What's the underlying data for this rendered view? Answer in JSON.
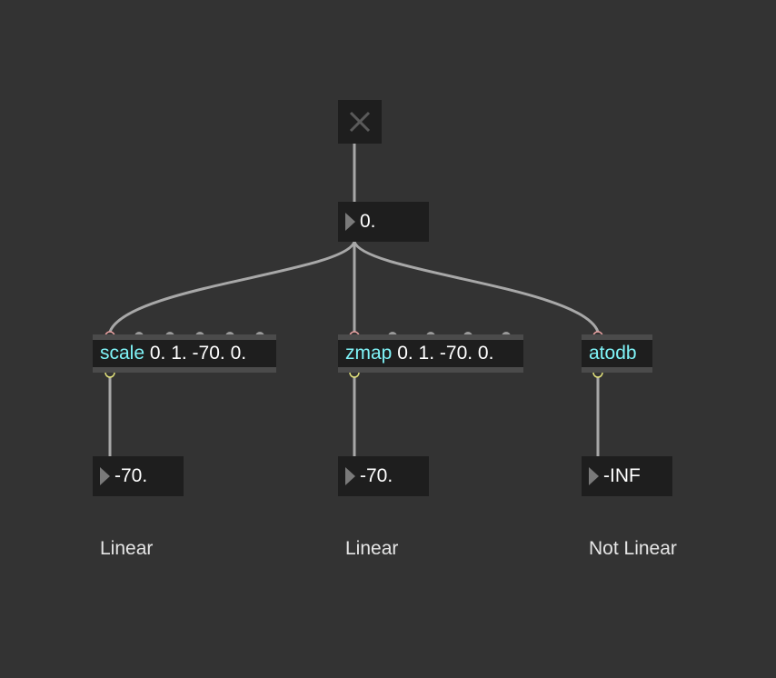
{
  "patch": {
    "toggle": {
      "icon": "x-icon"
    },
    "top_number": {
      "value": "0."
    },
    "objects": [
      {
        "class_name": "scale",
        "args": " 0. 1. -70. 0."
      },
      {
        "class_name": "zmap",
        "args": " 0. 1. -70. 0."
      },
      {
        "class_name": "atodb",
        "args": ""
      }
    ],
    "outputs": [
      {
        "value": "-70."
      },
      {
        "value": "-70."
      },
      {
        "value": "-INF"
      }
    ],
    "comments": [
      {
        "text": "Linear"
      },
      {
        "text": "Linear"
      },
      {
        "text": "Not Linear"
      }
    ]
  },
  "colors": {
    "background": "#333333",
    "object_fill": "#1e1e1e",
    "object_frame": "#4b4b4b",
    "object_class_text": "#7ff3f7",
    "patch_cord": "#a8a8a8",
    "inlet": "#e8a0a0",
    "outlet": "#e0e07a"
  }
}
